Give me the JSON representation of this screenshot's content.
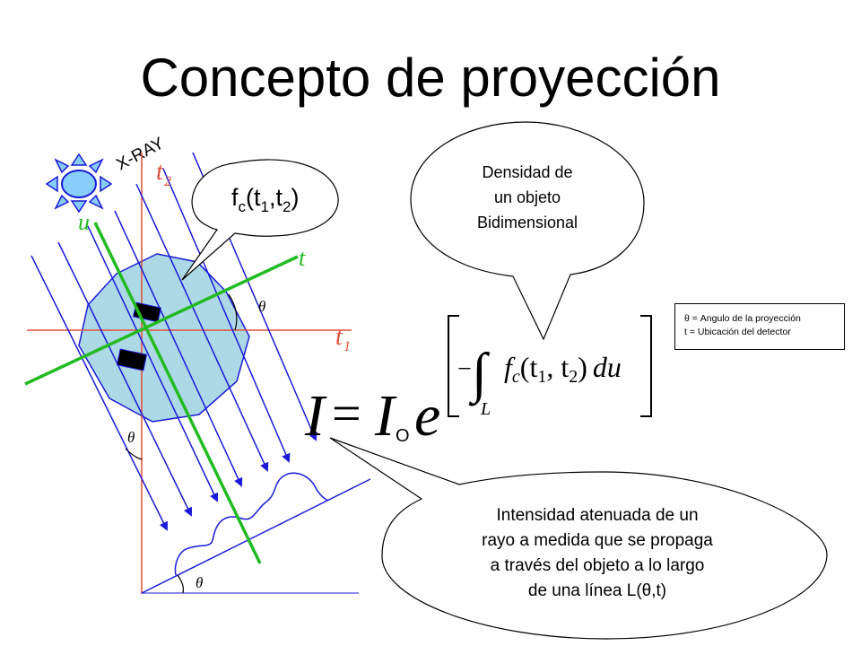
{
  "slide": {
    "title": "Concepto de proyección"
  },
  "diagram": {
    "xray_label": "X-RAY",
    "axis_t1": "t",
    "axis_t1_sub": "1",
    "axis_t2": "t",
    "axis_t2_sub": "2",
    "axis_t": "t",
    "axis_u": "u",
    "theta": "θ",
    "function_label": {
      "f": "f",
      "c": "c",
      "open": "(t",
      "sub1": "1",
      "comma": ",t",
      "sub2": "2",
      "close": ")"
    }
  },
  "callouts": {
    "density": [
      "Densidad de",
      "un objeto",
      "Bidimensional"
    ],
    "intensity": [
      "Intensidad atenuada de un",
      "rayo a medida que se propaga",
      "a través del objeto a lo largo",
      "de una línea L(θ,t)"
    ]
  },
  "formula": {
    "lhs": "I",
    "eq": "=",
    "I": "I",
    "o": "O",
    "e": "e",
    "minus": "−",
    "integral": "∫",
    "L": "L",
    "f": "f",
    "c": "c",
    "args": "(t",
    "one": "1",
    "comma": ", t",
    "two": "2",
    "close": ")",
    "du": "du"
  },
  "legend": {
    "line1": "θ = Angulo de la proyección",
    "line2": "t = Ubicación del detector"
  },
  "colors": {
    "axes": "#e0503c",
    "rays": "#1a1ad8",
    "rotated_axes": "#22bb22",
    "object_fill": "#add8e6",
    "sun_fill": "#87cefa"
  }
}
